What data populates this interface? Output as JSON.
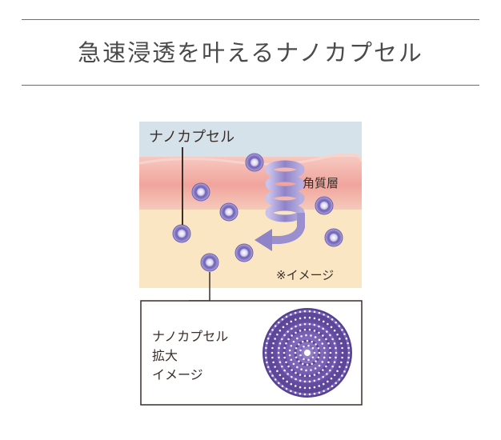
{
  "heading": "急速浸透を叶えるナノカプセル",
  "labels": {
    "capsule": "ナノカプセル",
    "stratum": "角質層",
    "note": "※イメージ",
    "zoom_line1": "ナノカプセル",
    "zoom_line2": "拡大",
    "zoom_line3": "イメージ"
  },
  "colors": {
    "top_band": "#d6e2ea",
    "stratum_band": "#f0a8a0",
    "lower_band": "#fbe6c4",
    "capsule_purple": "#7b6fb8",
    "arrow_purple": "#9a90cf",
    "text_dark": "#3a2f2a"
  }
}
